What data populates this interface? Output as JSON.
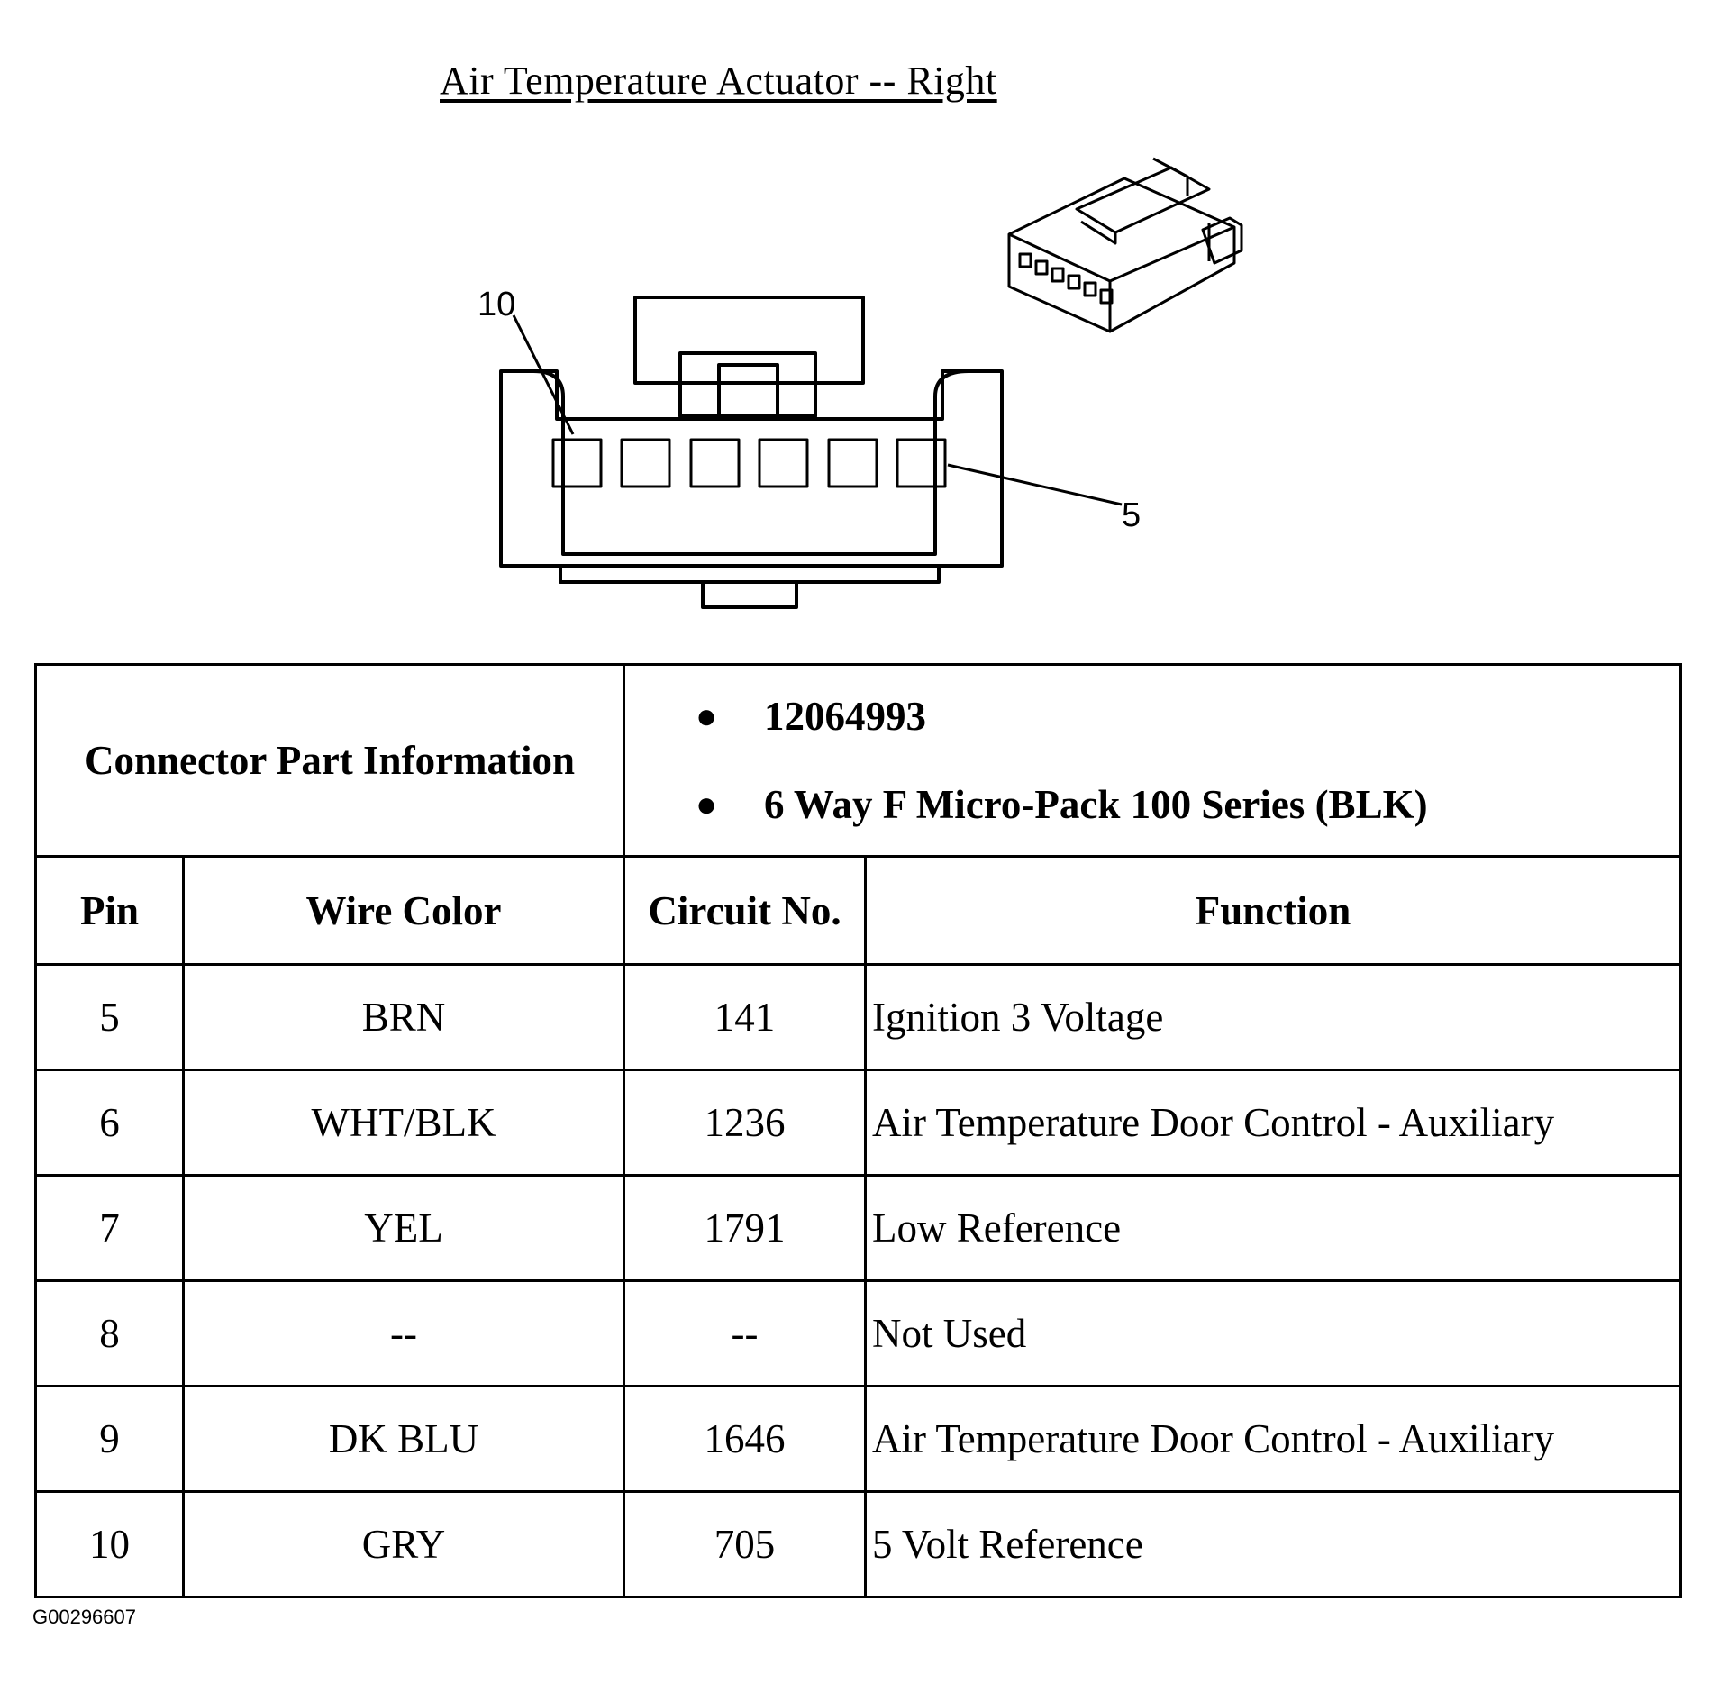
{
  "title": "Air Temperature Actuator -- Right",
  "diagram": {
    "pin_label_left": "10",
    "pin_label_right": "5"
  },
  "connector_info": {
    "label": "Connector Part Information",
    "items": [
      "12064993",
      "6 Way F Micro-Pack 100 Series (BLK)"
    ]
  },
  "table": {
    "headers": [
      "Pin",
      "Wire Color",
      "Circuit No.",
      "Function"
    ],
    "rows": [
      {
        "pin": "5",
        "wire_color": "BRN",
        "circuit": "141",
        "function": "Ignition 3 Voltage"
      },
      {
        "pin": "6",
        "wire_color": "WHT/BLK",
        "circuit": "1236",
        "function": "Air Temperature Door Control - Auxiliary"
      },
      {
        "pin": "7",
        "wire_color": "YEL",
        "circuit": "1791",
        "function": "Low Reference"
      },
      {
        "pin": "8",
        "wire_color": "--",
        "circuit": "--",
        "function": "Not Used"
      },
      {
        "pin": "9",
        "wire_color": "DK BLU",
        "circuit": "1646",
        "function": "Air Temperature Door Control - Auxiliary"
      },
      {
        "pin": "10",
        "wire_color": "GRY",
        "circuit": "705",
        "function": "5 Volt Reference"
      }
    ]
  },
  "figure_id": "G00296607"
}
